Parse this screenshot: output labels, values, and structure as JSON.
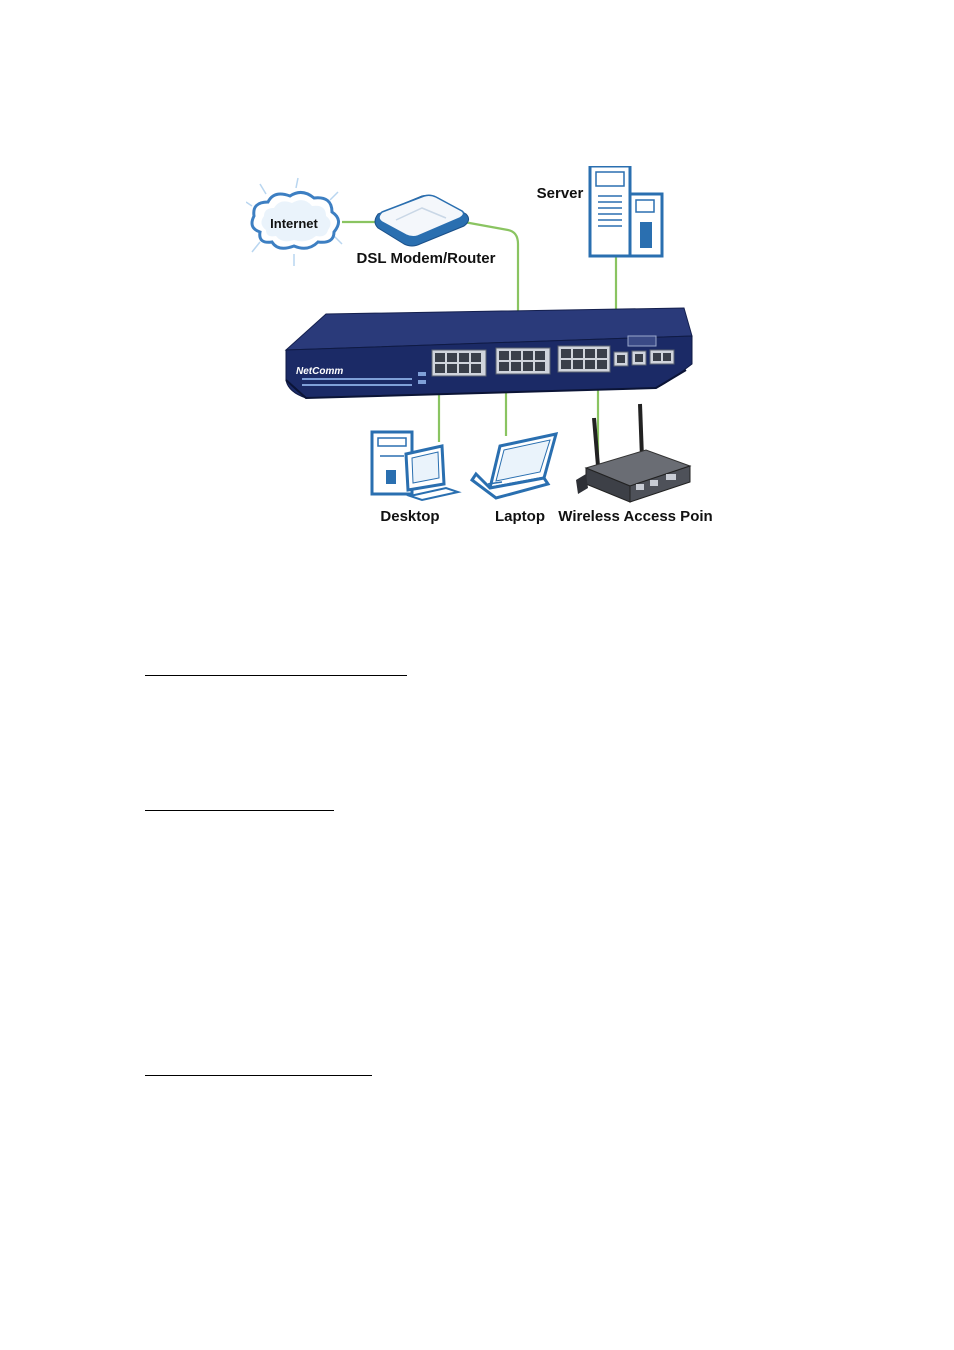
{
  "diagram": {
    "labels": {
      "internet": "Internet",
      "router": "DSL Modem/Router",
      "server": "Server",
      "desktop": "Desktop",
      "laptop": "Laptop",
      "access_point": "Wireless Access Point"
    },
    "switch_brand": "NetComm",
    "colors": {
      "link": "#8ac461",
      "device_blue": "#2a6fb0",
      "switch_body": "#1b2a66",
      "cloud": "#6aa8dc"
    }
  },
  "sections": [
    {
      "heading": ""
    },
    {
      "heading": ""
    },
    {
      "heading": ""
    }
  ]
}
